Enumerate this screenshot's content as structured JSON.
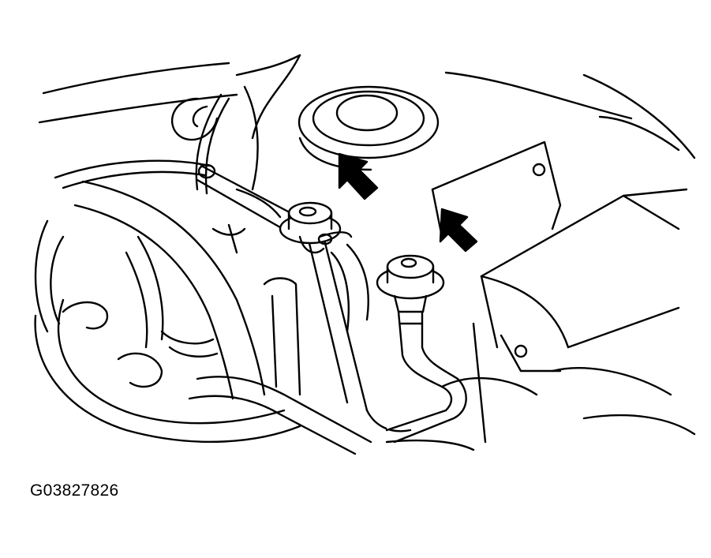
{
  "figure": {
    "code": "G03827826"
  },
  "components": [
    {
      "icon": "pressure-regulator-left"
    },
    {
      "icon": "pressure-regulator-right"
    },
    {
      "icon": "arrow-pointer-left"
    },
    {
      "icon": "arrow-pointer-right"
    }
  ]
}
